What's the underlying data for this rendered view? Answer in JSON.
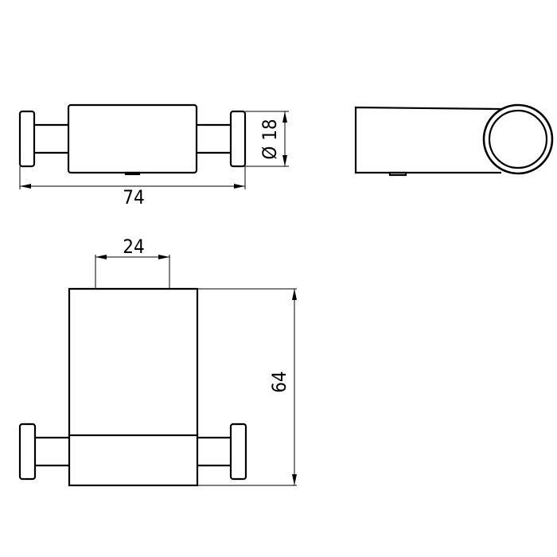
{
  "dimensions": {
    "overall_width": "74",
    "knob_diameter": "Ø 18",
    "cup_opening": "24",
    "overall_height": "64"
  },
  "colors": {
    "line": "#000000",
    "background": "#ffffff"
  }
}
